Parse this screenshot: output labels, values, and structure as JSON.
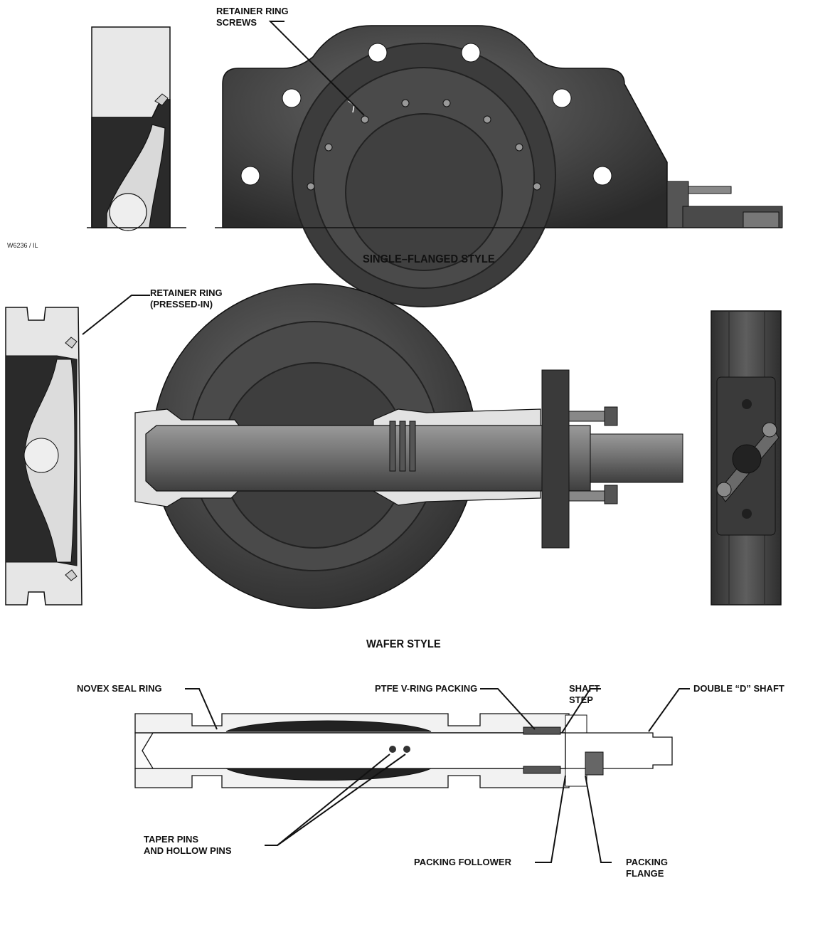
{
  "figure_code": "W6236 / IL",
  "sections": {
    "single_flanged": {
      "title": "SINGLE–FLANGED STYLE"
    },
    "wafer": {
      "title": "WAFER STYLE"
    }
  },
  "callouts": {
    "retainer_ring_screws": "RETAINER RING\nSCREWS",
    "retainer_ring_pressed_in": "RETAINER RING\n(PRESSED-IN)",
    "novex_seal_ring": "NOVEX SEAL RING",
    "ptfe_v_ring_packing": "PTFE V-RING PACKING",
    "shaft_step": "SHAFT\nSTEP",
    "double_d_shaft": "DOUBLE “D” SHAFT",
    "taper_pins": "TAPER PINS\nAND HOLLOW PINS",
    "packing_follower": "PACKING FOLLOWER",
    "packing_flange": "PACKING\nFLANGE"
  },
  "colors": {
    "body_dark": "#3a3a3a",
    "body_mid": "#5a5a5a",
    "section_light": "#e6e6e6",
    "line": "#111111"
  }
}
